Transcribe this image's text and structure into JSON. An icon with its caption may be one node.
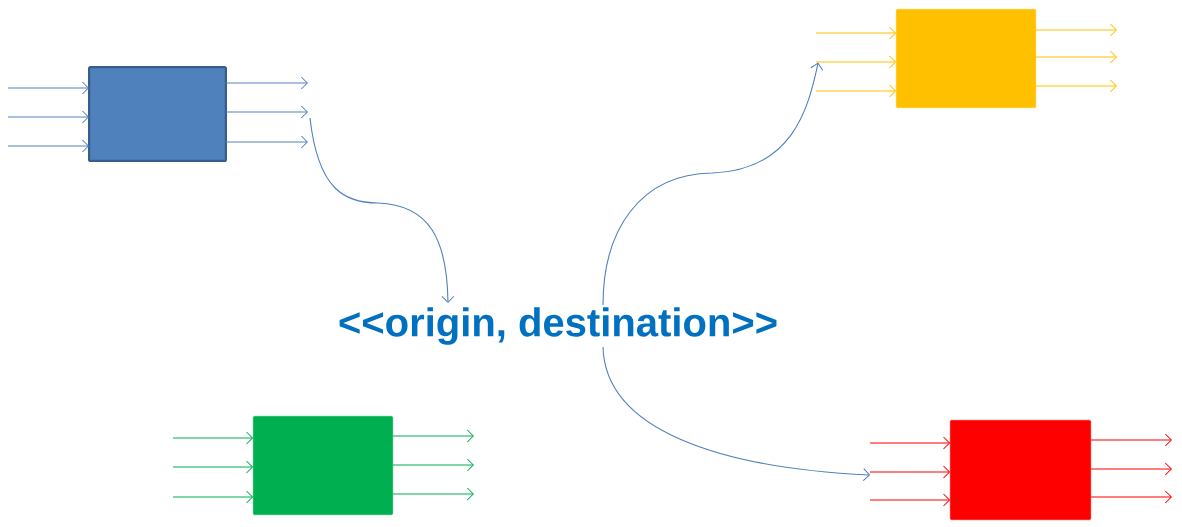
{
  "diagram": {
    "nodes": [
      {
        "text": [],
        "shape": "box"
      },
      {
        "text": [],
        "shape": "box"
      },
      {
        "text": [
          "<<origin, destination>>"
        ]
      },
      {
        "text": [],
        "shape": "box"
      },
      {
        "text": [],
        "shape": "box"
      }
    ],
    "edges": [
      {
        "from": null,
        "to": 0,
        "arrow": "to"
      },
      {
        "from": null,
        "to": 0,
        "arrow": "to"
      },
      {
        "from": null,
        "to": 0,
        "arrow": "to"
      },
      {
        "from": 0,
        "to": null,
        "arrow": "to"
      },
      {
        "from": 0,
        "to": null,
        "arrow": "to"
      },
      {
        "from": 0,
        "to": null,
        "arrow": "to"
      },
      {
        "from": null,
        "to": 1,
        "arrow": "to",
        "color": "#ffc000"
      },
      {
        "from": null,
        "to": 1,
        "arrow": "to",
        "color": "#ffc000"
      },
      {
        "from": null,
        "to": 1,
        "arrow": "to",
        "color": "#ffc000"
      },
      {
        "from": 1,
        "to": null,
        "arrow": "to",
        "color": "#ffc000"
      },
      {
        "from": 1,
        "to": null,
        "arrow": "to",
        "color": "#ffc000"
      },
      {
        "from": 1,
        "to": null,
        "arrow": "to",
        "color": "#ffc000"
      },
      {
        "from": null,
        "to": 3,
        "arrow": "to",
        "color": "#00b050"
      },
      {
        "from": null,
        "to": 3,
        "arrow": "to",
        "color": "#00b050"
      },
      {
        "from": null,
        "to": 3,
        "arrow": "to",
        "color": "#00b050"
      },
      {
        "from": 3,
        "to": null,
        "arrow": "to",
        "color": "#00b050"
      },
      {
        "from": 3,
        "to": null,
        "arrow": "to",
        "color": "#00b050"
      },
      {
        "from": 3,
        "to": null,
        "arrow": "to",
        "color": "#00b050"
      },
      {
        "from": null,
        "to": 4,
        "arrow": "to",
        "color": "#ff0000"
      },
      {
        "from": null,
        "to": 4,
        "arrow": "to",
        "color": "#ff0000"
      },
      {
        "from": null,
        "to": 4,
        "arrow": "to",
        "color": "#ff0000"
      },
      {
        "from": 4,
        "to": null,
        "arrow": "to",
        "color": "#ff0000"
      },
      {
        "from": 4,
        "to": null,
        "arrow": "to",
        "color": "#ff0000"
      },
      {
        "from": 4,
        "to": null,
        "arrow": "to",
        "color": "#ff0000"
      },
      {
        "from": null,
        "to": 2,
        "arrow": "to"
      },
      {
        "from": 2,
        "to": 1,
        "arrow": "to"
      },
      {
        "from": 2,
        "to": 4,
        "arrow": "to"
      }
    ]
  }
}
